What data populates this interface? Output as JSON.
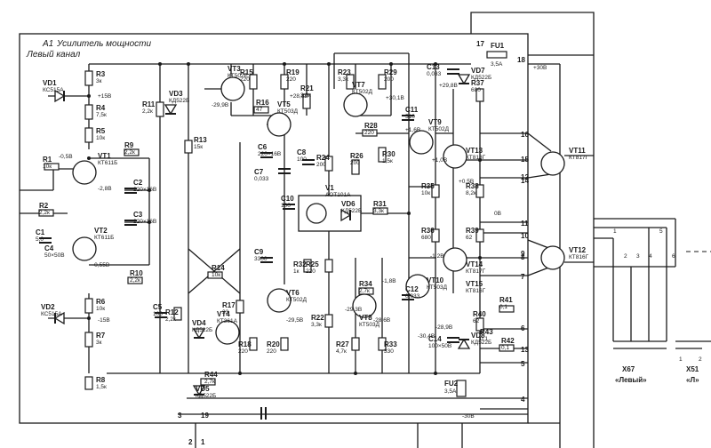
{
  "title": {
    "block": "A1",
    "name": "Усилитель мощности",
    "channel": "Левый канал"
  },
  "resistors": [
    {
      "ref": "R3",
      "val": "3к"
    },
    {
      "ref": "R4",
      "val": "7,5к"
    },
    {
      "ref": "R5",
      "val": "10к"
    },
    {
      "ref": "R1",
      "val": "10к"
    },
    {
      "ref": "R2",
      "val": "2,2к"
    },
    {
      "ref": "R6",
      "val": "10к"
    },
    {
      "ref": "R7",
      "val": "3к"
    },
    {
      "ref": "R8",
      "val": "1,5к"
    },
    {
      "ref": "R9",
      "val": "2,2к"
    },
    {
      "ref": "R10",
      "val": "2,2к"
    },
    {
      "ref": "R11",
      "val": "2,2к"
    },
    {
      "ref": "R12",
      "val": "2,2к"
    },
    {
      "ref": "R13",
      "val": "15к"
    },
    {
      "ref": "R14",
      "val": "10к"
    },
    {
      "ref": "R15",
      "val": "220"
    },
    {
      "ref": "R16",
      "val": "47"
    },
    {
      "ref": "R17",
      "val": "33"
    },
    {
      "ref": "R18",
      "val": "220"
    },
    {
      "ref": "R19",
      "val": "220"
    },
    {
      "ref": "R20",
      "val": "220"
    },
    {
      "ref": "R21",
      "val": "3,3к"
    },
    {
      "ref": "R22",
      "val": "3,3к"
    },
    {
      "ref": "R23",
      "val": "3,3к"
    },
    {
      "ref": "R24",
      "val": "200"
    },
    {
      "ref": "R25",
      "val": "220"
    },
    {
      "ref": "R26",
      "val": "200"
    },
    {
      "ref": "R27",
      "val": "4,7к"
    },
    {
      "ref": "R28",
      "val": "220"
    },
    {
      "ref": "R29",
      "val": "200"
    },
    {
      "ref": "R30",
      "val": "1,5к"
    },
    {
      "ref": "R31",
      "val": "3,3к"
    },
    {
      "ref": "R32",
      "val": "1к"
    },
    {
      "ref": "R33",
      "val": "330"
    },
    {
      "ref": "R34",
      "val": "2,7к"
    },
    {
      "ref": "R35",
      "val": "10к"
    },
    {
      "ref": "R36",
      "val": "680"
    },
    {
      "ref": "R37",
      "val": "680"
    },
    {
      "ref": "R38",
      "val": "8,2к"
    },
    {
      "ref": "R39",
      "val": "62"
    },
    {
      "ref": "R40",
      "val": "62"
    },
    {
      "ref": "R41",
      "val": "0,1"
    },
    {
      "ref": "R42",
      "val": "0,1"
    },
    {
      "ref": "R43",
      "val": "0,1"
    },
    {
      "ref": "R44",
      "val": "2,7к"
    }
  ],
  "capacitors": [
    {
      "ref": "C1",
      "val": "5,0"
    },
    {
      "ref": "C2",
      "val": "220×16В"
    },
    {
      "ref": "C3",
      "val": "220×16В"
    },
    {
      "ref": "C4",
      "val": "50×50В"
    },
    {
      "ref": "C5",
      "val": "100"
    },
    {
      "ref": "C6",
      "val": "220×16В"
    },
    {
      "ref": "C7",
      "val": "0,033"
    },
    {
      "ref": "C8",
      "val": "100"
    },
    {
      "ref": "C9",
      "val": "3300"
    },
    {
      "ref": "C10",
      "val": "100"
    },
    {
      "ref": "C11",
      "val": "510"
    },
    {
      "ref": "C12",
      "val": "0,033"
    },
    {
      "ref": "C13",
      "val": "0,033"
    },
    {
      "ref": "C14",
      "val": "100×50В"
    }
  ],
  "transistors": [
    {
      "ref": "VT1",
      "type": "КТ611Б"
    },
    {
      "ref": "VT2",
      "type": "КТ611Б"
    },
    {
      "ref": "VT3",
      "type": "КТ502Е"
    },
    {
      "ref": "VT4",
      "type": "КТ361А"
    },
    {
      "ref": "VT5",
      "type": "КТ503Д"
    },
    {
      "ref": "VT6",
      "type": "КТ502Д"
    },
    {
      "ref": "VT7",
      "type": "КТ502Д"
    },
    {
      "ref": "VT8",
      "type": "КТ503Д"
    },
    {
      "ref": "VT9",
      "type": "КТ502Д"
    },
    {
      "ref": "VT10",
      "type": "КТ503Д"
    },
    {
      "ref": "VT11",
      "type": "КТ817Г"
    },
    {
      "ref": "VT12",
      "type": "КТ816Г"
    },
    {
      "ref": "VT13",
      "type": "КТ818Г"
    },
    {
      "ref": "VT14",
      "type": "КТ817Г"
    },
    {
      "ref": "VT15",
      "type": "КТ816Г"
    }
  ],
  "diodes": [
    {
      "ref": "VD1",
      "type": "КС515А"
    },
    {
      "ref": "VD2",
      "type": "КС515А"
    },
    {
      "ref": "VD3",
      "type": "КД522Б"
    },
    {
      "ref": "VD4",
      "type": "КД522Б"
    },
    {
      "ref": "VD5",
      "type": "КД522Б"
    },
    {
      "ref": "VD6",
      "type": "КД522Б"
    },
    {
      "ref": "VD7",
      "type": "КД522Б"
    },
    {
      "ref": "VD8",
      "type": "КД522Б"
    }
  ],
  "optocoupler": {
    "ref": "V1",
    "type": "АОТ101А"
  },
  "fuses": [
    {
      "ref": "FU1",
      "val": "3,5А"
    },
    {
      "ref": "FU2",
      "val": "3,5А"
    }
  ],
  "voltages": {
    "pos15_a": "+15В",
    "neg15_a": "-15В",
    "neg0_5": "-0,5В",
    "neg2_8": "-2,8В",
    "neg0_55": "-0,55В",
    "neg29_9": "-29,9В",
    "pos28_8": "+28,8В",
    "pos29_8": "+29,8В",
    "pos1_6": "+1,6В",
    "pos1_0": "+1,0В",
    "pos0_5": "+0,5В",
    "zero": "0В",
    "neg1_2": "-1,2В",
    "neg1_8": "-1,8В",
    "neg29_3": "-29,3В",
    "neg28_9": "-28,9В",
    "neg28_6": "-28,6В",
    "neg29_5": "-29,5В",
    "neg30_4": "-30,4В",
    "pos30_1": "+30,1В",
    "pos30": "+30В",
    "neg30": "-30В"
  },
  "nodes": [
    "17",
    "18",
    "16",
    "15",
    "14",
    "12",
    "11",
    "10",
    "9",
    "8",
    "7",
    "6",
    "5",
    "4",
    "3",
    "2",
    "1",
    "13",
    "19"
  ],
  "connectors": [
    {
      "ref": "X67",
      "label": "«Левый»",
      "pins": [
        "1",
        "2",
        "3",
        "4",
        "5",
        "6"
      ]
    },
    {
      "ref": "X51",
      "label": "«Л»",
      "pins": [
        "1",
        "2"
      ]
    }
  ]
}
